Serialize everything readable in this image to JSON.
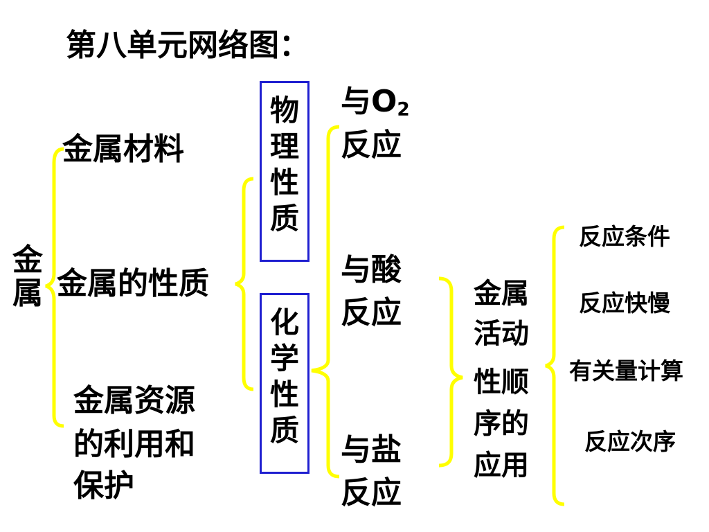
{
  "title": "第八单元网络图：",
  "root": "金属",
  "level1": {
    "materials": "金属材料",
    "properties": "金属的性质",
    "resources_line1": "金属资源",
    "resources_line2": "的利用和",
    "resources_line3": "保护"
  },
  "properties_box": {
    "physical": "物理性质",
    "chemical": "化学性质"
  },
  "reactions": {
    "oxygen_prefix": "与O",
    "oxygen_sub": "2",
    "oxygen_line2": "反应",
    "acid_line1": "与酸",
    "acid_line2": "反应",
    "salt_line1": "与盐",
    "salt_line2": "反应"
  },
  "activity_series": [
    "金属",
    "活动",
    "性顺",
    "序的",
    "应用"
  ],
  "applications": [
    "反应条件",
    "反应快慢",
    "有关量计算",
    "反应次序"
  ],
  "colors": {
    "bracket": "#ffff00",
    "box_border": "#1f1fd0",
    "text": "#000000"
  }
}
